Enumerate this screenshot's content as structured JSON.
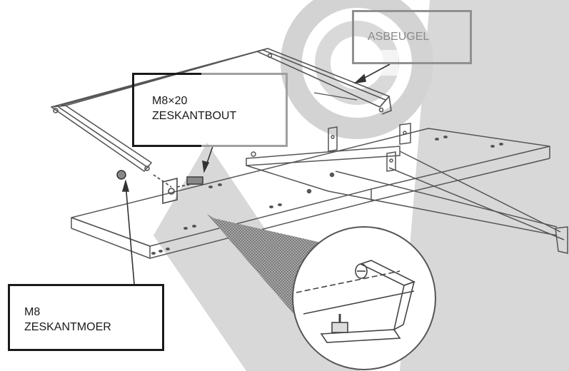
{
  "labels": {
    "asbeugel": "ASBEUGEL",
    "bolt_size": "M8×20",
    "bolt_type": "ZESKANTBOUT",
    "nut_size": "M8",
    "nut_type": "ZESKANTMOER"
  }
}
